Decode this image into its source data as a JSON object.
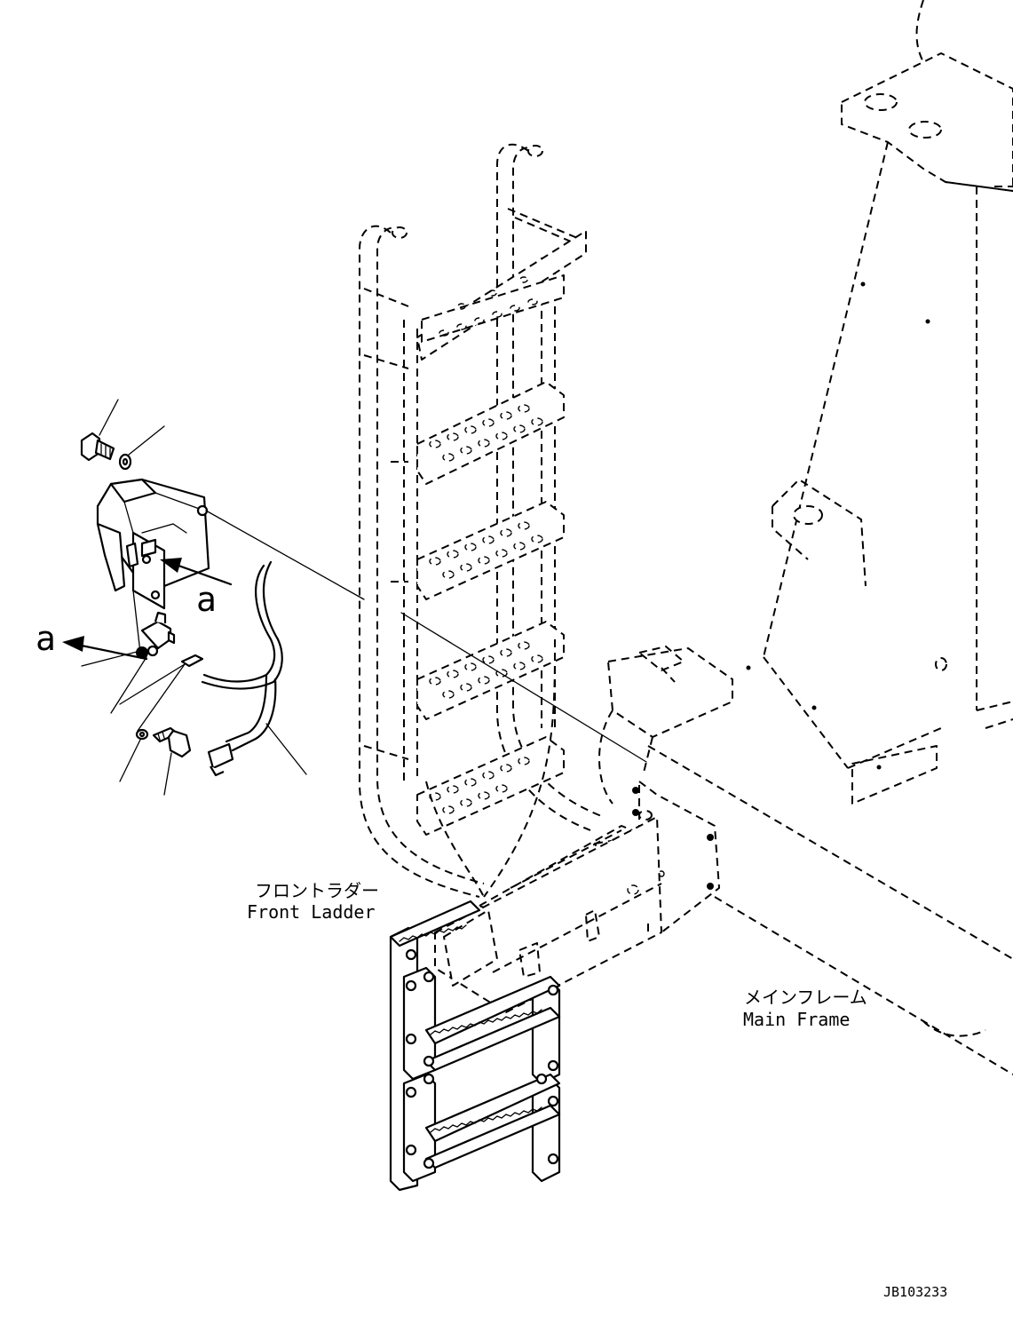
{
  "labels": {
    "front_ladder_jp": "フロントラダー",
    "front_ladder_en": "Front Ladder",
    "main_frame_jp": "メインフレーム",
    "main_frame_en": "Main Frame",
    "view_letter_upper": "a",
    "view_letter_left": "a",
    "drawing_number": "JB103233"
  }
}
